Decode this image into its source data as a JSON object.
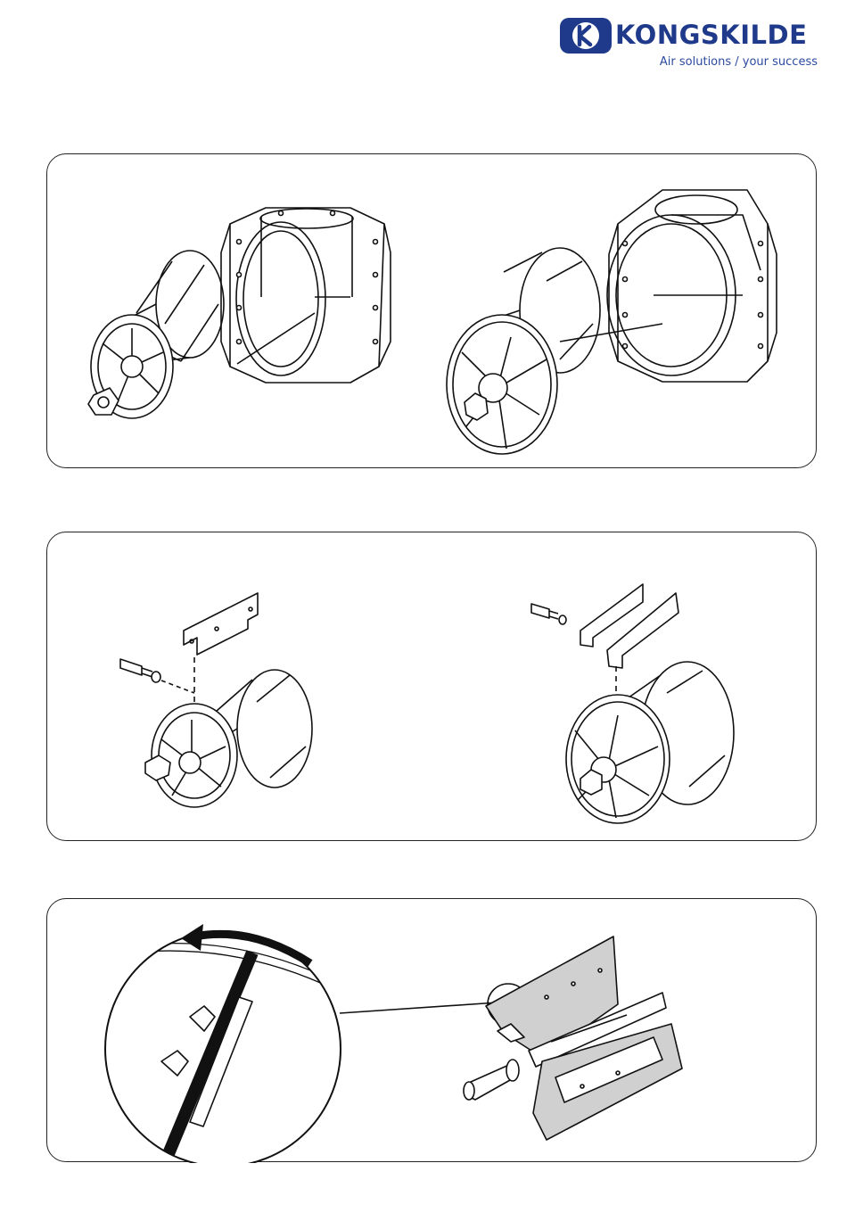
{
  "brand": {
    "name": "KONGSKILDE",
    "tagline": "Air solutions / your success",
    "mark_letter": "K",
    "color": "#1f3a8a"
  },
  "figures": [
    {
      "id": "panel-1",
      "icon": "rotor-and-housing-exploded-views"
    },
    {
      "id": "panel-2",
      "icon": "rotor-blade-plate-mounting"
    },
    {
      "id": "panel-3",
      "icon": "blade-rotation-detail"
    }
  ]
}
